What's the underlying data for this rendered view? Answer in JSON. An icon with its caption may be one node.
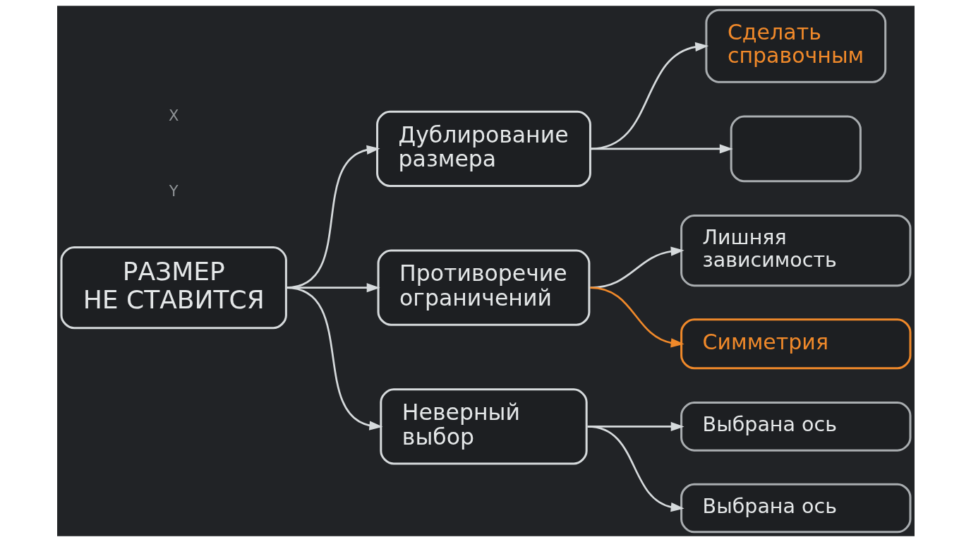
{
  "diagram": {
    "nodes": [
      {
        "text": [
          "РАЗМЕР НЕ СТАВИТСЯ"
        ]
      },
      {
        "text": [
          "Дублирование размера"
        ]
      },
      {
        "text": [
          "Противоречие ограничений"
        ]
      },
      {
        "text": [
          "Неверный выбор"
        ]
      },
      {
        "text": [
          "Сделать справочным"
        ]
      },
      {
        "text": [],
        "shape": "box"
      },
      {
        "text": [
          "Лишняя зависимость"
        ]
      },
      {
        "text": [
          "Симметрия"
        ]
      },
      {
        "text": [
          "Выбрана ось"
        ]
      },
      {
        "text": [
          "Выбрана ось"
        ]
      }
    ],
    "edges": [
      {
        "from": 0,
        "to": 1,
        "arrow": "to"
      },
      {
        "from": 0,
        "to": 2,
        "arrow": "to"
      },
      {
        "from": 0,
        "to": 3,
        "arrow": "to"
      },
      {
        "from": 1,
        "to": 4,
        "arrow": "to"
      },
      {
        "from": 1,
        "to": 5,
        "arrow": "to"
      },
      {
        "from": 2,
        "to": 6,
        "arrow": "to"
      },
      {
        "from": 2,
        "to": 7,
        "arrow": "to",
        "color": "#f0892a"
      },
      {
        "from": 3,
        "to": 8,
        "arrow": "to"
      },
      {
        "from": 3,
        "to": 9,
        "arrow": "to"
      }
    ],
    "labels": [
      "Y",
      "X"
    ]
  }
}
